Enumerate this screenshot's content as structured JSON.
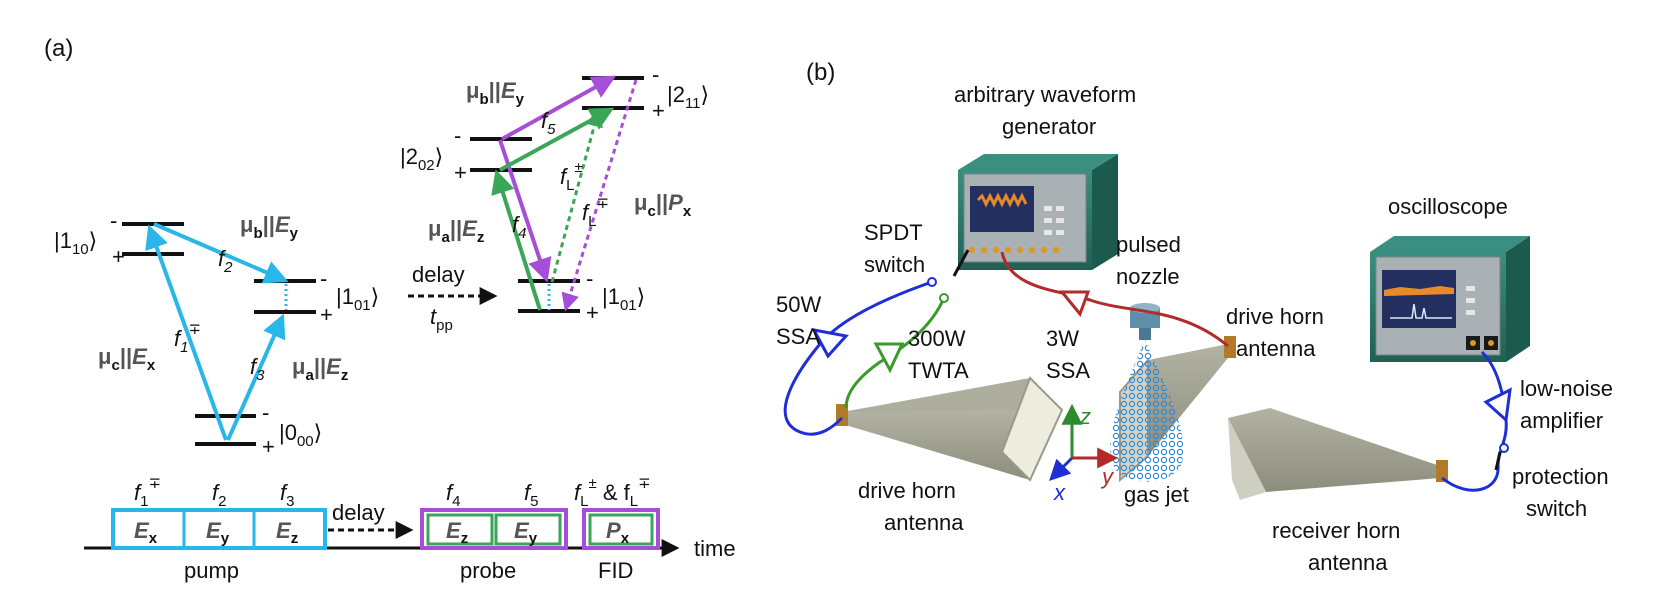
{
  "panel_a": {
    "label": "(a)",
    "states": {
      "s110": {
        "ket": "|1",
        "sub": "10",
        "close": "⟩"
      },
      "s101": {
        "ket": "|1",
        "sub": "01",
        "close": "⟩"
      },
      "s000": {
        "ket": "|0",
        "sub": "00",
        "close": "⟩"
      },
      "s202": {
        "ket": "|2",
        "sub": "02",
        "close": "⟩"
      },
      "s211": {
        "ket": "|2",
        "sub": "11",
        "close": "⟩"
      },
      "s101b": {
        "ket": "|1",
        "sub": "01",
        "close": "⟩"
      }
    },
    "parity": {
      "minus": "-",
      "plus": "+"
    },
    "transitions": {
      "f1": {
        "f": "f",
        "sub": "1",
        "sup": "∓"
      },
      "f2": {
        "f": "f",
        "sub": "2"
      },
      "f3": {
        "f": "f",
        "sub": "3"
      },
      "f4": {
        "f": "f",
        "sub": "4"
      },
      "f5": {
        "f": "f",
        "sub": "5"
      },
      "fLpm": {
        "f": "f",
        "sub": "L",
        "sup": "±"
      },
      "fLmp": {
        "f": "f",
        "sub": "L",
        "sup": "∓"
      }
    },
    "dipoles": {
      "mu_c_Ex": {
        "mu": "μ",
        "sub": "c",
        "bar": "||",
        "E": "E",
        "Esub": "x"
      },
      "mu_b_Ey": {
        "mu": "μ",
        "sub": "b",
        "bar": "||",
        "E": "E",
        "Esub": "y"
      },
      "mu_a_Ez": {
        "mu": "μ",
        "sub": "a",
        "bar": "||",
        "E": "E",
        "Esub": "z"
      },
      "mu_b_Ey2": {
        "mu": "μ",
        "sub": "b",
        "bar": "||",
        "E": "E",
        "Esub": "y"
      },
      "mu_a_Ez2": {
        "mu": "μ",
        "sub": "a",
        "bar": "||",
        "E": "E",
        "Esub": "z"
      },
      "mu_c_Px": {
        "mu": "μ",
        "sub": "c",
        "bar": "||",
        "E": "P",
        "Esub": "x"
      }
    },
    "delay_arrow": {
      "label": "delay",
      "t": "t",
      "tsub": "pp"
    },
    "timeline": {
      "pump_label": "pump",
      "probe_label": "probe",
      "fid_label": "FID",
      "delay_label": "delay",
      "time_label": "time",
      "pump_fields": [
        {
          "E": "E",
          "sub": "x",
          "f": "f",
          "fsub": "1",
          "fsup": "∓"
        },
        {
          "E": "E",
          "sub": "y",
          "f": "f",
          "fsub": "2",
          "fsup": ""
        },
        {
          "E": "E",
          "sub": "z",
          "f": "f",
          "fsub": "3",
          "fsup": ""
        }
      ],
      "probe_fields": [
        {
          "E": "E",
          "sub": "z",
          "f": "f",
          "fsub": "4"
        },
        {
          "E": "E",
          "sub": "y",
          "f": "f",
          "fsub": "5"
        }
      ],
      "fid_field": {
        "E": "P",
        "sub": "x"
      },
      "fid_freq": {
        "f1": "f",
        "s1": "L",
        "p1": "±",
        "amp": " & ",
        "f2": "f",
        "s2": "L",
        "p2": "∓"
      }
    },
    "colors": {
      "cyan": "#29b6e8",
      "green": "#3aa657",
      "purple": "#a64ed8",
      "grey_text": "#555555"
    }
  },
  "panel_b": {
    "label": "(b)",
    "awg_label_1": "arbitrary waveform",
    "awg_label_2": "generator",
    "oscilloscope_label": "oscilloscope",
    "spdt_label_1": "SPDT",
    "spdt_label_2": "switch",
    "ssa50_label_1": "50W",
    "ssa50_label_2": "SSA",
    "twta_label_1": "300W",
    "twta_label_2": "TWTA",
    "ssa3_label_1": "3W",
    "ssa3_label_2": "SSA",
    "nozzle_label_1": "pulsed",
    "nozzle_label_2": "nozzle",
    "drive_horn_right_1": "drive horn",
    "drive_horn_right_2": "antenna",
    "drive_horn_left_1": "drive horn",
    "drive_horn_left_2": "antenna",
    "gas_jet_label": "gas jet",
    "receiver_label_1": "receiver horn",
    "receiver_label_2": "antenna",
    "lna_label_1": "low-noise",
    "lna_label_2": "amplifier",
    "protection_label_1": "protection",
    "protection_label_2": "switch",
    "axes": {
      "x": "x",
      "y": "y",
      "z": "z"
    },
    "colors": {
      "blue": "#1f2fd6",
      "green": "#3a9a2a",
      "red": "#b22a2a",
      "teal": "#2e7d6e",
      "horn": "#9a9a8a"
    }
  }
}
